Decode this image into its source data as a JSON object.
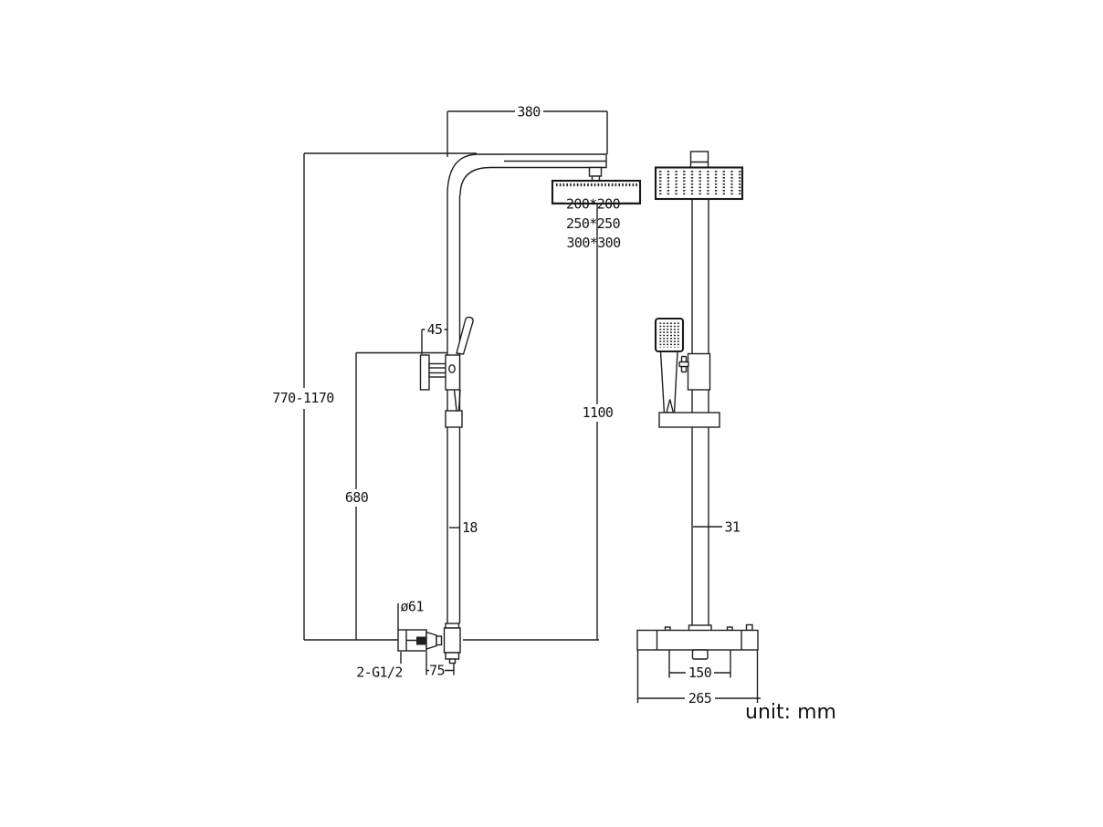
{
  "drawing": {
    "unit_note": "unit: mm",
    "line_color": "#1f1f1f",
    "background": "#ffffff"
  },
  "side_view": {
    "dim_arm_length": "380",
    "dim_riser_height_range": "770-1170",
    "dim_bracket_to_valve": "680",
    "dim_bracket_offset": "45",
    "dim_pipe_width": "18",
    "dim_head_to_valve": "1100",
    "dim_escutcheon_diameter": "ø61",
    "dim_inlet_thread": "2-G1/2",
    "dim_wall_to_pipe": "75",
    "head_size_options": [
      "200*200",
      "250*250",
      "300*300"
    ]
  },
  "front_view": {
    "dim_bar_width": "31",
    "dim_inlet_spacing": "150",
    "dim_valve_width": "265"
  }
}
